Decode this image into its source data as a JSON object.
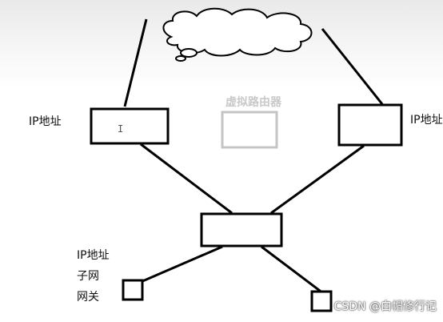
{
  "labels": {
    "ip_left": "IP地址",
    "ip_right": "IP地址",
    "virtual_router": "虚拟路由器",
    "cursor": "I",
    "list_ip": "IP地址",
    "list_subnet": "子网",
    "list_gateway": "网关"
  },
  "watermark": "CSDN @白帽修行记",
  "colors": {
    "line": "#000000",
    "virtual_router": "#c4c4c4"
  }
}
